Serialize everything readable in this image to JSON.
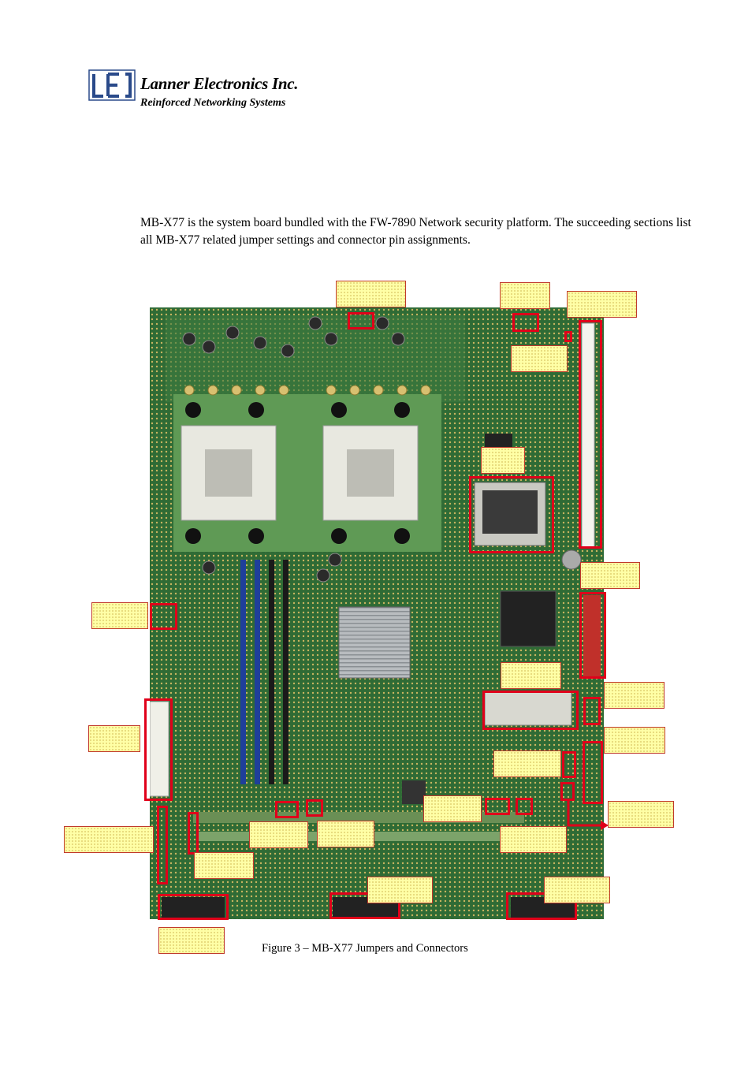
{
  "header": {
    "logo_mark": "LEI",
    "company": "Lanner Electronics Inc.",
    "tagline": "Reinforced Networking Systems"
  },
  "intro_text": "MB-X77 is the system board bundled with the FW-7890 Network security platform. The succeeding sections list all MB-X77 related jumper settings and connector pin assignments.",
  "figure": {
    "caption": "Figure 3 – MB-X77 Jumpers and Connectors"
  },
  "colors": {
    "board_green": "#2f6b35",
    "callout_fill": "#ffffa6",
    "highlight_red": "#e0001a",
    "dimm_blue": "#1f3f9a",
    "dimm_black": "#1a1a1a"
  }
}
